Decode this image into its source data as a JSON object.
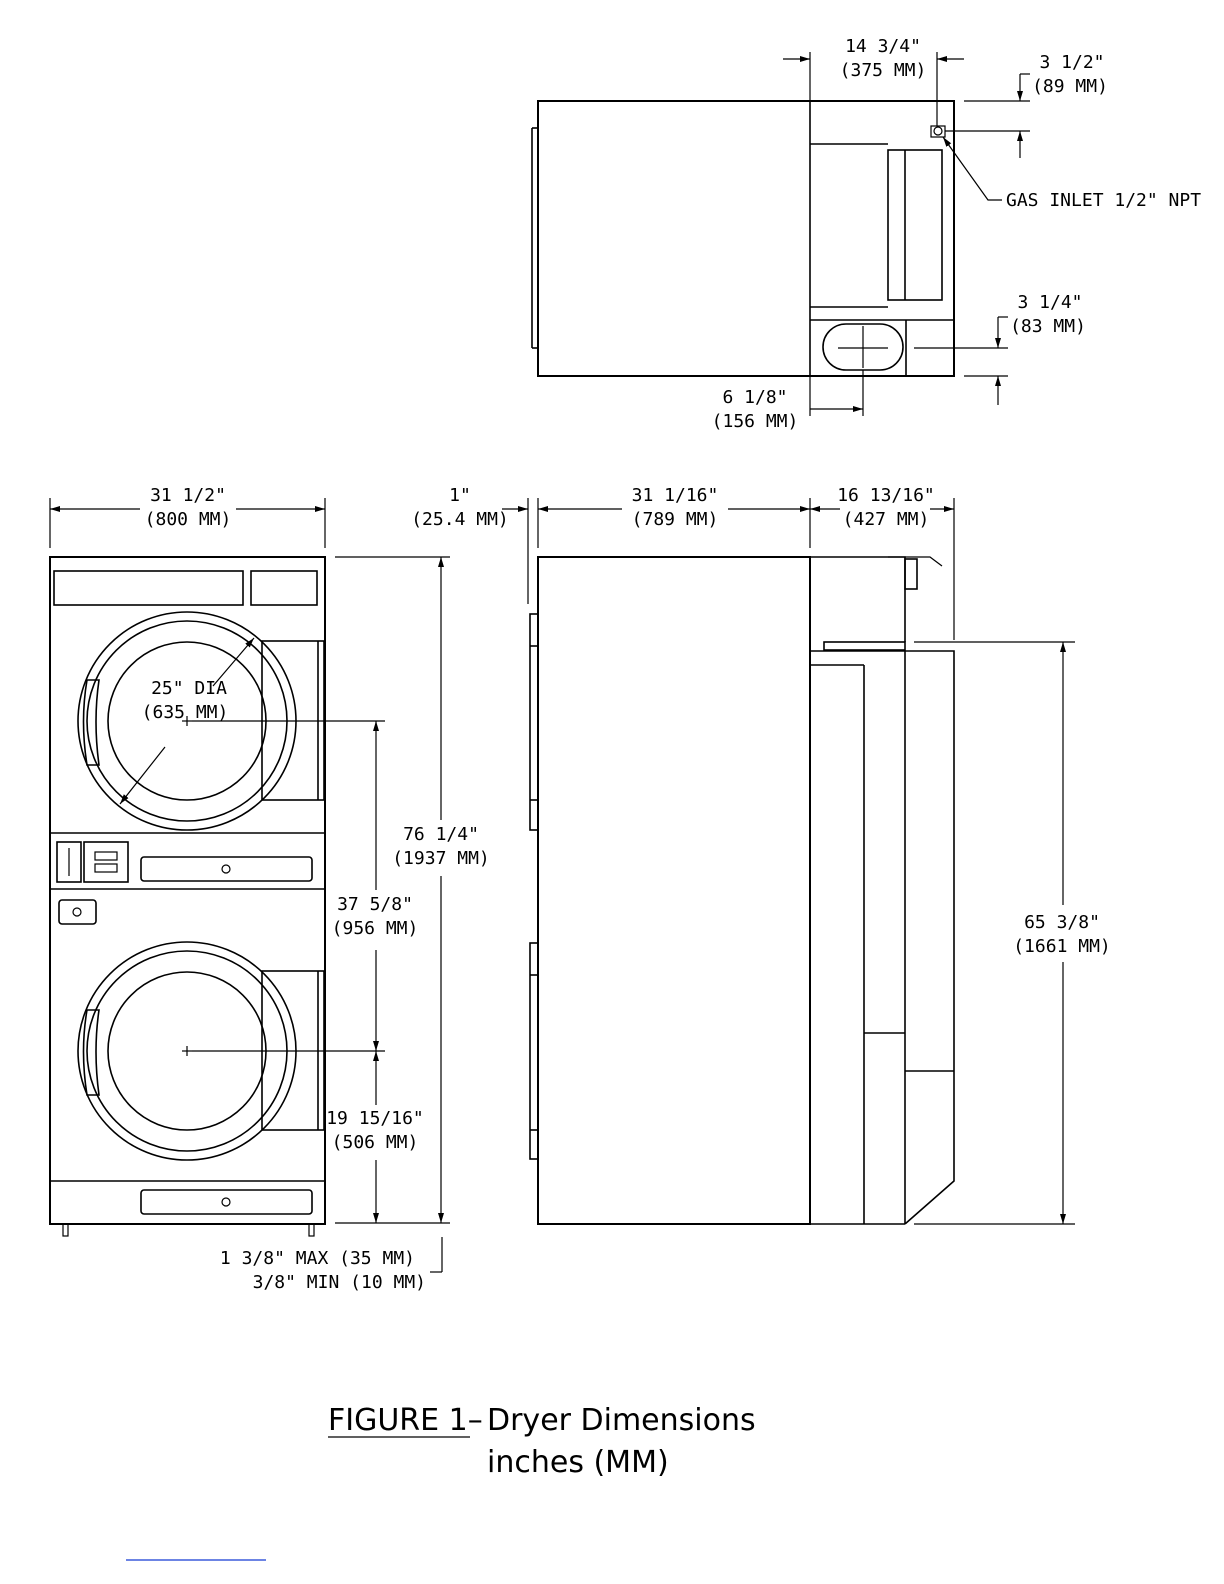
{
  "figure": {
    "label": "FIGURE 1–",
    "title": "Dryer Dimensions",
    "units": "inches (MM)"
  },
  "top_view": {
    "depth_label": "14 3/4\"",
    "depth_mm": "(375 MM)",
    "gas_offset_label": "3 1/2\"",
    "gas_offset_mm": "(89 MM)",
    "gas_inlet_label": "GAS INLET 1/2\" NPT",
    "exhaust_offset_label": "3 1/4\"",
    "exhaust_offset_mm": "(83 MM)",
    "exhaust_side_label": "6 1/8\"",
    "exhaust_side_mm": "(156 MM)"
  },
  "front_view": {
    "width_label": "31 1/2\"",
    "width_mm": "(800 MM)",
    "door_dia_label": "25\" DIA",
    "door_dia_mm": "(635 MM)",
    "height_label": "76 1/4\"",
    "height_mm": "(1937 MM)",
    "upper_center_label": "37 5/8\"",
    "upper_center_mm": "(956 MM)",
    "lower_center_label": "19 15/16\"",
    "lower_center_mm": "(506 MM)",
    "leveling_max": "1 3/8\" MAX (35 MM)",
    "leveling_min": "3/8\"  MIN  (10 MM)"
  },
  "side_view": {
    "gap_label": "1\"",
    "gap_mm": "(25.4 MM)",
    "cabinet_depth_label": "31 1/16\"",
    "cabinet_depth_mm": "(789 MM)",
    "rear_depth_label": "16 13/16\"",
    "rear_depth_mm": "(427 MM)",
    "exhaust_height_label": "65 3/8\"",
    "exhaust_height_mm": "(1661 MM)"
  },
  "colors": {
    "line": "#000000",
    "footer_rule": "#3b5bdb"
  }
}
